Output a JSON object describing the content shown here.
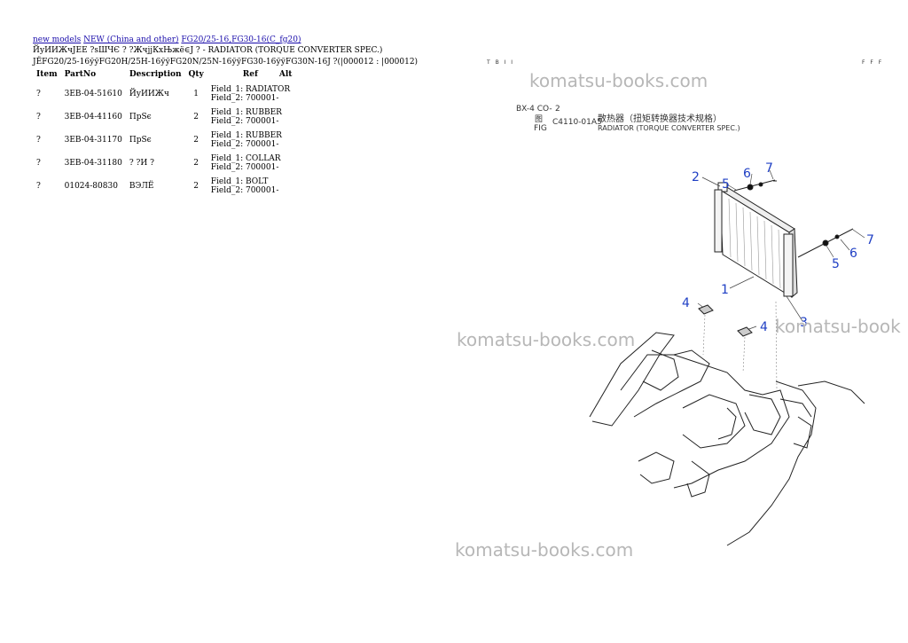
{
  "breadcrumb": {
    "link1": "new models",
    "link2": "NEW (China and other)",
    "link3": "FG20/25-16,FG30-16(C_fg20)"
  },
  "header": {
    "line1": "ЙуИИЖчЈЕЕ ?sШЧЄ ? ?ЖчјјКхЊжё∈J ? - RADIATOR (TORQUE CONVERTER SPEC.)",
    "line2": "ЈЁFG20/25-16ўўFG20H/25H-16ўўFG20N/25N-16ўўFG30-16ўўFG30N-16Ј ?(|000012 : |000012)"
  },
  "table": {
    "headers": {
      "item": "Item",
      "partno": "PartNo",
      "desc": "Description",
      "qty": "Qty",
      "ref": "Ref",
      "alt": "Alt"
    },
    "rows": [
      {
        "item": "?",
        "partno": "3EB-04-51610",
        "desc": "ЙуИИЖч",
        "qty": "1",
        "f1": "Field_1: RADIATOR",
        "f2": "Field_2: 700001-"
      },
      {
        "item": "?",
        "partno": "3EB-04-41160",
        "desc": "ПрЅє",
        "qty": "2",
        "f1": "Field_1: RUBBER",
        "f2": "Field_2: 700001-"
      },
      {
        "item": "?",
        "partno": "3EB-04-31170",
        "desc": "ПрЅє",
        "qty": "2",
        "f1": "Field_1: RUBBER",
        "f2": "Field_2: 700001-"
      },
      {
        "item": "?",
        "partno": "3EB-04-31180",
        "desc": "? ?И ?",
        "qty": "2",
        "f1": "Field_1: COLLAR",
        "f2": "Field_2: 700001-"
      },
      {
        "item": "?",
        "partno": "01024-80830",
        "desc": "ВЭЛЁ",
        "qty": "2",
        "f1": "Field_1: BOLT",
        "f2": "Field_2: 700001-"
      }
    ]
  },
  "diagram": {
    "watermark": "komatsu-books.com",
    "watermark_partial": "komatsu-book",
    "corner_left": "T B I I",
    "corner_right": "F F F",
    "code_a": "BX-4 CO-",
    "code_a2": "2",
    "code_b": "图",
    "code_c": "FIG",
    "code_d": "C4110-01A5",
    "title_cn": "散热器（扭矩转换器技术规格）",
    "title_en": "RADIATOR (TORQUE CONVERTER SPEC.)",
    "callouts": [
      "1",
      "2",
      "3",
      "4",
      "5",
      "6",
      "7"
    ],
    "callout_color": "#1f3fc4"
  }
}
